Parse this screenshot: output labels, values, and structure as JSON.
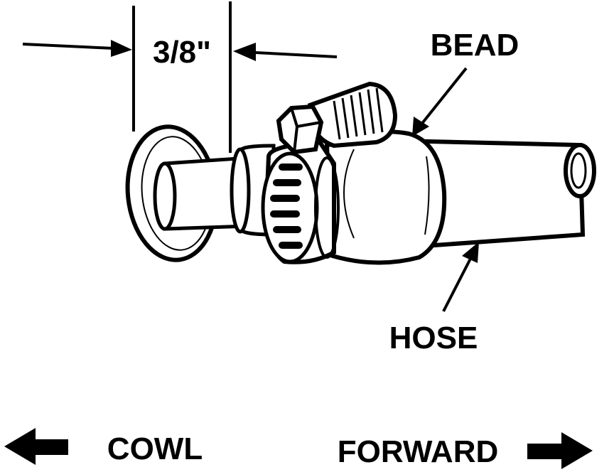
{
  "labels": {
    "dimension": "3/8\"",
    "bead": "BEAD",
    "hose": "HOSE",
    "cowl": "COWL",
    "forward": "FORWARD"
  },
  "colors": {
    "ink": "#000000",
    "paper": "#ffffff"
  },
  "icons": {
    "left_arrow": "arrow-left-icon",
    "right_arrow": "arrow-right-icon"
  }
}
